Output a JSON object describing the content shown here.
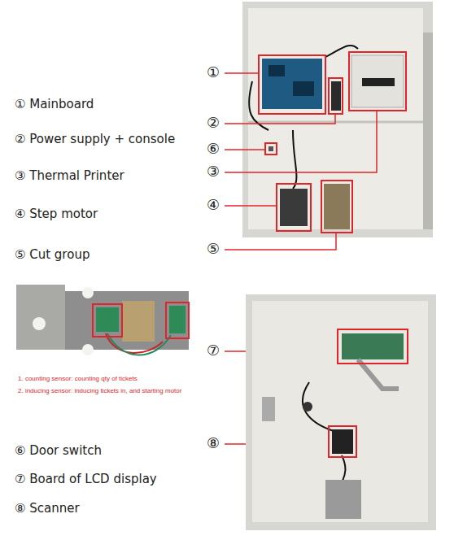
{
  "diagram": {
    "labels": [
      "① Mainboard",
      "①",
      "② Power supply + console",
      "②",
      "⑥",
      "③ Thermal Printer",
      "③",
      "④ Step motor",
      "④",
      "⑤ Cut group",
      "⑤",
      "1. counting sensor: counting qty of tickets",
      "2. inducing sensor: inducing tickets in, and starting motor",
      "⑦",
      "⑥ Door switch",
      "⑦ Board of LCD display",
      "⑧",
      "⑧ Scanner"
    ]
  }
}
